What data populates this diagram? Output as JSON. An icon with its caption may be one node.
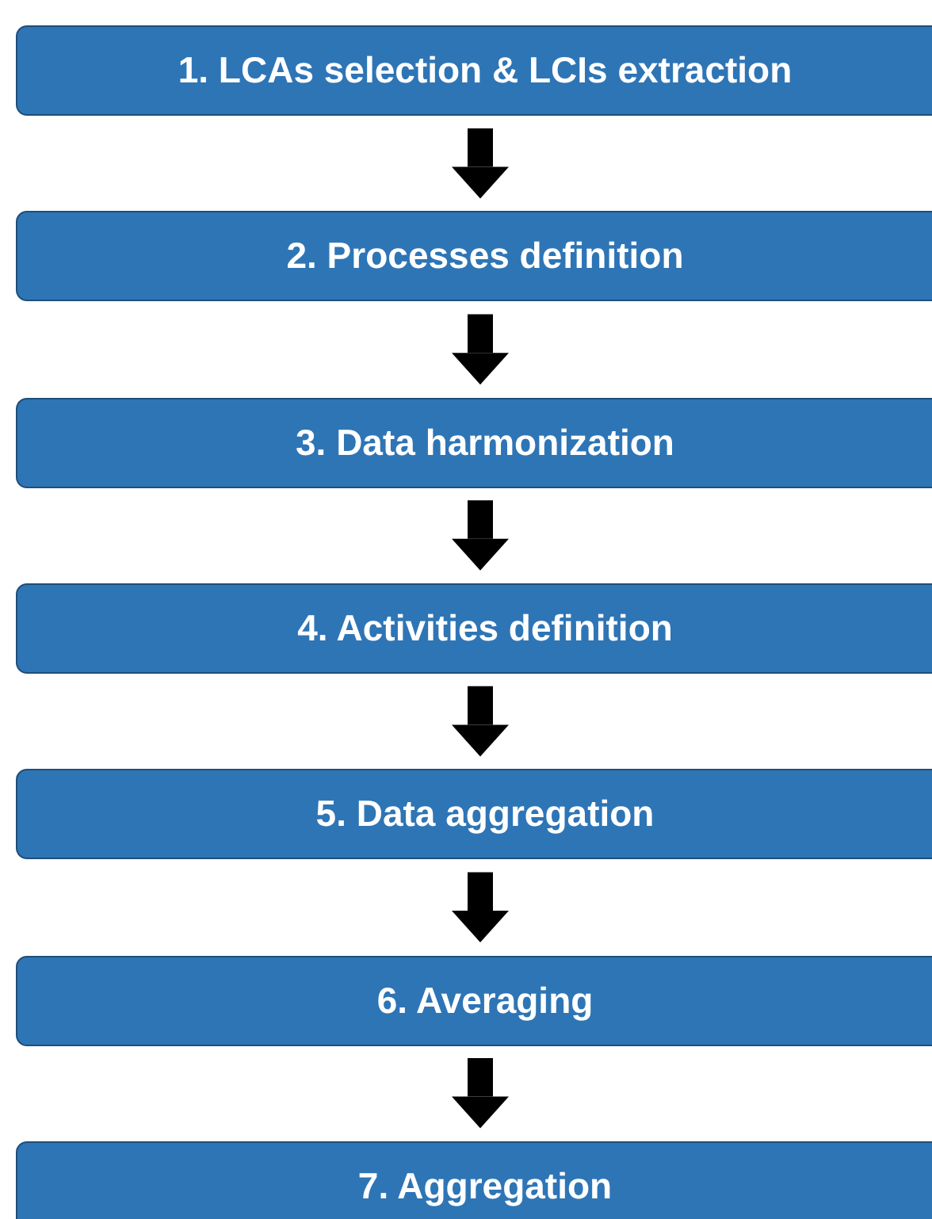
{
  "diagram": {
    "nodes": [
      {
        "text": [
          "1. LCAs selection & LCIs extraction"
        ]
      },
      {
        "text": [
          "2. Processes definition"
        ]
      },
      {
        "text": [
          "3. Data harmonization"
        ]
      },
      {
        "text": [
          "4. Activities definition"
        ]
      },
      {
        "text": [
          "5. Data aggregation"
        ]
      },
      {
        "text": [
          "6. Averaging"
        ]
      },
      {
        "text": [
          "7. Aggregation"
        ]
      }
    ],
    "edges": [
      {
        "from": 0,
        "to": 1,
        "arrow": "to"
      },
      {
        "from": 1,
        "to": 2,
        "arrow": "to"
      },
      {
        "from": 2,
        "to": 3,
        "arrow": "to"
      },
      {
        "from": 3,
        "to": 4,
        "arrow": "to"
      },
      {
        "from": 4,
        "to": 5,
        "arrow": "to"
      },
      {
        "from": 5,
        "to": 6,
        "arrow": "to"
      }
    ]
  }
}
